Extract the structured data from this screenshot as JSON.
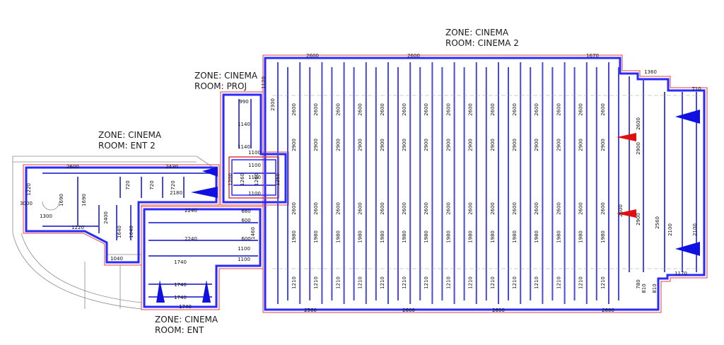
{
  "labels": {
    "cinema2": {
      "zone": "ZONE: CINEMA",
      "room": "ROOM: CINEMA 2"
    },
    "proj": {
      "zone": "ZONE: CINEMA",
      "room": "ROOM: PROJ"
    },
    "ent2": {
      "zone": "ZONE: CINEMA",
      "room": "ROOM: ENT 2"
    },
    "ent": {
      "zone": "ZONE: CINEMA",
      "room": "ROOM: ENT"
    }
  },
  "dimensions": {
    "top": [
      "2600",
      "2600",
      "1670",
      "1360",
      "710"
    ],
    "proj": [
      "1120",
      "990",
      "2300",
      "1140",
      "1140"
    ],
    "proj_box": [
      "1100",
      "1100",
      "1100",
      "1260",
      "1260",
      "1260",
      "1200",
      "1100"
    ],
    "ent2": [
      "2600",
      "2430",
      "2180",
      "1690",
      "1690",
      "720",
      "720",
      "720",
      "1220",
      "2400",
      "1640",
      "1640",
      "1220",
      "1040",
      "1300",
      "3000"
    ],
    "ent_lower": [
      "2240",
      "2240",
      "600",
      "600",
      "1100",
      "1100",
      "1740",
      "1740",
      "1740",
      "1740",
      "680",
      "1460"
    ],
    "cinema_columns": [
      "2600",
      "2900",
      "2600",
      "1980",
      "1210"
    ],
    "cinema_right": [
      "2600",
      "2900",
      "2900",
      "2600",
      "2560",
      "2100",
      "2100",
      "780",
      "810",
      "810",
      "1170"
    ],
    "bottom": [
      "2560",
      "2600",
      "2600",
      "2600"
    ]
  },
  "colors": {
    "wall_outline": "#e04040",
    "wall_fill": "#2a2aff",
    "batten": "#4a4ad8",
    "marker_blue": "#1010e0",
    "marker_red": "#e01010",
    "structure": "#8a8a8a"
  }
}
